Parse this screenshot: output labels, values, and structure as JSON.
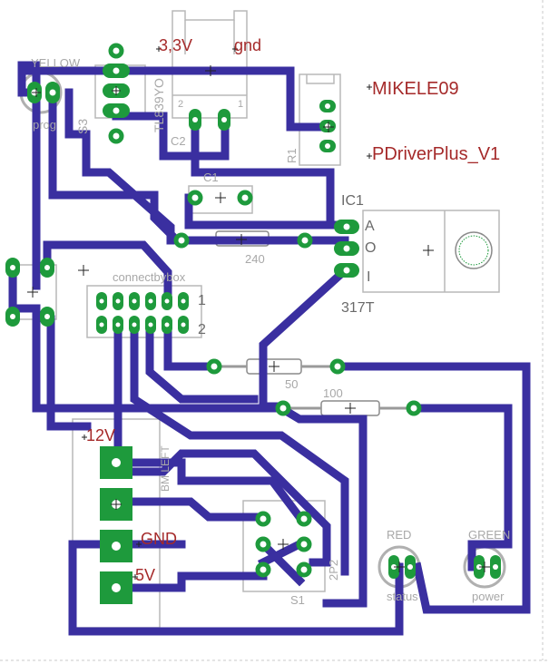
{
  "board": {
    "name": "PDriverPlus_V1",
    "author": "MIKELE09"
  },
  "labels": {
    "v33": "3,3V",
    "gnd_top": "gnd",
    "yellow": "YELLOW",
    "prog": "prog",
    "s3": "S3",
    "tl839yo": "TL839YO",
    "c2": "C2",
    "c1": "C1",
    "r1": "R1",
    "ic1": "IC1",
    "pin_a": "A",
    "pin_o": "O",
    "pin_i": "I",
    "reg": "317T",
    "connect": "connectbybox",
    "conn1": "1",
    "conn2": "2",
    "r240": "240",
    "r50": "50",
    "r100": "100",
    "v12": "12V",
    "gnd_bottom": "GND",
    "v5": "5V",
    "bm": "BM LEFT",
    "s1": "S1",
    "twop2": "2P2",
    "red": "RED",
    "green": "GREEN",
    "status": "status",
    "power": "power",
    "pin1": "1",
    "pin2": "2"
  },
  "colors": {
    "trace": "#3a2fa0",
    "pad": "#1e9a3c",
    "label": "#a52a2a",
    "silkscreen": "#b8b8b8"
  }
}
